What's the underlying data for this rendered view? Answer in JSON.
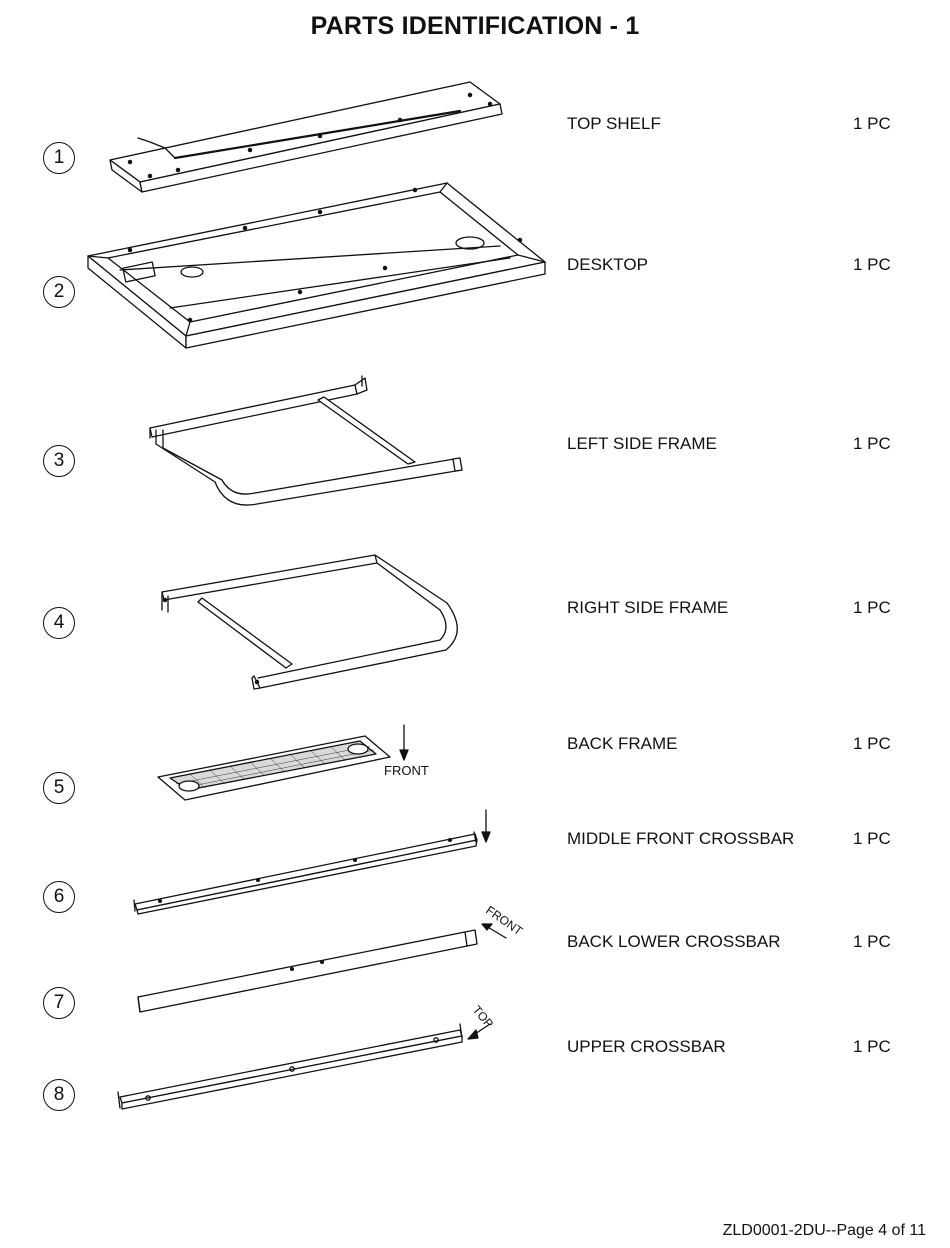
{
  "page": {
    "title": "PARTS IDENTIFICATION - 1",
    "footer": "ZLD0001-2DU--Page 4 of 11"
  },
  "parts": [
    {
      "number": "1",
      "name": "TOP SHELF",
      "qty": "1 PC"
    },
    {
      "number": "2",
      "name": "DESKTOP",
      "qty": "1 PC"
    },
    {
      "number": "3",
      "name": "LEFT SIDE FRAME",
      "qty": "1 PC"
    },
    {
      "number": "4",
      "name": "RIGHT SIDE FRAME",
      "qty": "1 PC"
    },
    {
      "number": "5",
      "name": "BACK FRAME",
      "qty": "1 PC"
    },
    {
      "number": "6",
      "name": "MIDDLE FRONT CROSSBAR",
      "qty": "1 PC"
    },
    {
      "number": "7",
      "name": "BACK LOWER CROSSBAR",
      "qty": "1 PC"
    },
    {
      "number": "8",
      "name": "UPPER CROSSBAR",
      "qty": "1 PC"
    }
  ],
  "annotations": {
    "back_frame_arrow": "FRONT",
    "back_lower_crossbar_arrow": "FRONT",
    "upper_crossbar_arrow": "TOP"
  }
}
